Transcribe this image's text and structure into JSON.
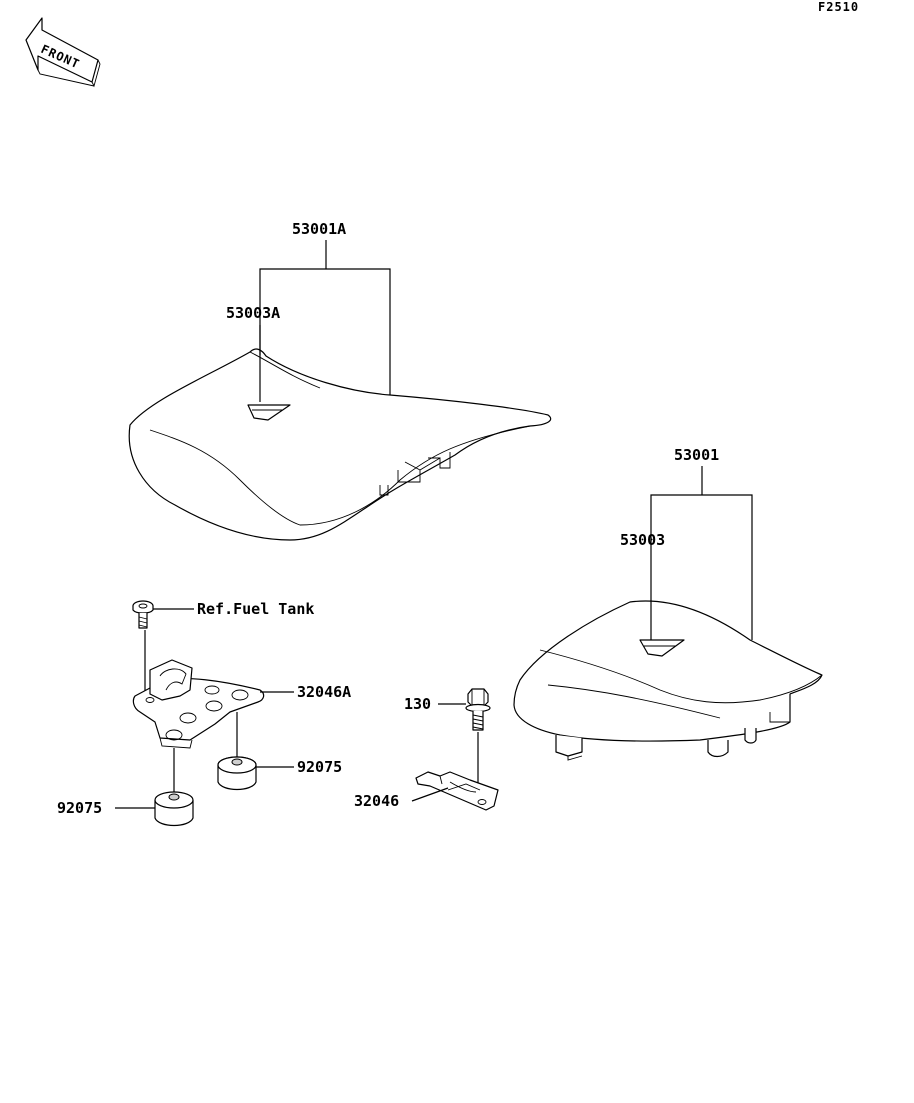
{
  "figure_code": "F2510",
  "front_badge": "FRONT",
  "callouts": {
    "front_seat_assy": "53001A",
    "front_seat_cover": "53003A",
    "rear_seat_assy": "53001",
    "rear_seat_cover": "53003",
    "ref_fuel_tank": "Ref.Fuel Tank",
    "front_bracket": "32046A",
    "damper_right": "92075",
    "damper_left": "92075",
    "bolt": "130",
    "rear_bracket": "32046"
  }
}
